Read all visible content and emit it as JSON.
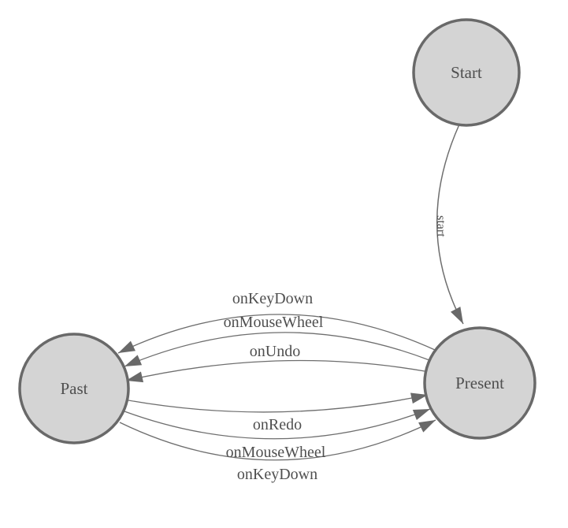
{
  "diagram": {
    "kind": "finite-state-machine",
    "colors": {
      "background": "#ffffff",
      "node_fill": "#d4d4d4",
      "node_stroke": "#696969",
      "edge_stroke": "#6e6e6e",
      "arrow_fill": "#696969",
      "text": "#4f4f4f"
    },
    "nodes": [
      {
        "id": "start",
        "label": "Start"
      },
      {
        "id": "past",
        "label": "Past"
      },
      {
        "id": "present",
        "label": "Present"
      }
    ],
    "edges": [
      {
        "from": "start",
        "to": "present",
        "label": "start"
      },
      {
        "from": "present",
        "to": "past",
        "label": "onKeyDown"
      },
      {
        "from": "present",
        "to": "past",
        "label": "onMouseWheel"
      },
      {
        "from": "present",
        "to": "past",
        "label": "onUndo"
      },
      {
        "from": "past",
        "to": "present",
        "label": "onRedo"
      },
      {
        "from": "past",
        "to": "present",
        "label": "onMouseWheel"
      },
      {
        "from": "past",
        "to": "present",
        "label": "onKeyDown"
      }
    ]
  }
}
